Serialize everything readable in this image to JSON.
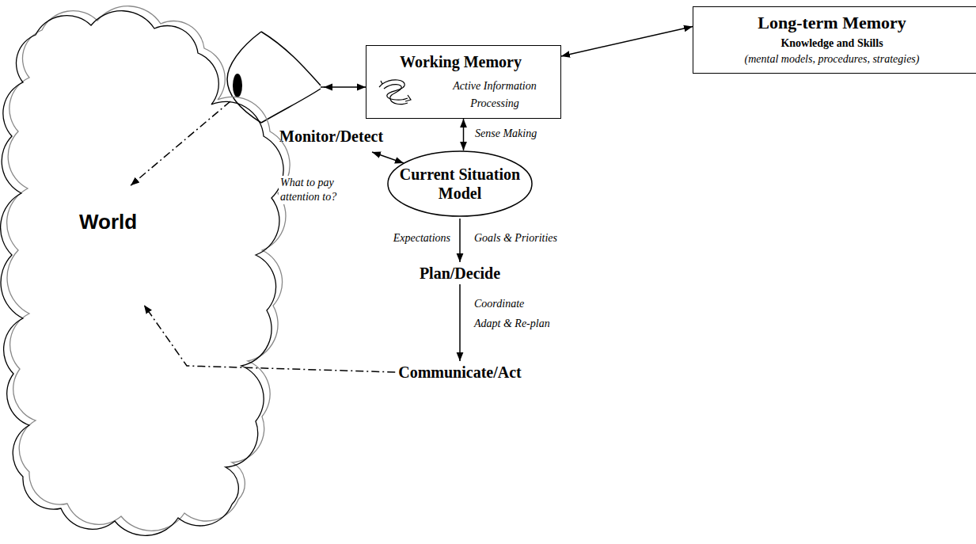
{
  "diagram": {
    "nodes": [
      {
        "text": [
          "Working Memory",
          "Active Information Processing"
        ]
      },
      {
        "text": [
          "Long-term Memory",
          "Knowledge and Skills",
          "(mental models, procedures, strategies)"
        ]
      },
      {
        "text": [
          "Monitor/Detect"
        ]
      },
      {
        "text": [
          "Current Situation Model"
        ]
      },
      {
        "text": [
          "World"
        ]
      },
      {
        "text": [
          "Plan/Decide"
        ]
      },
      {
        "text": [
          "Communicate/Act"
        ]
      }
    ],
    "edges": [
      {
        "from": 0,
        "to": 1,
        "arrow": "both"
      },
      {
        "from": 2,
        "to": 0,
        "arrow": "both"
      },
      {
        "from": 0,
        "to": 3,
        "arrow": "both",
        "label": "Sense Making"
      },
      {
        "from": 2,
        "to": 3,
        "arrow": "both",
        "label": "What to pay attention to?"
      },
      {
        "from": 3,
        "to": 5,
        "arrow": "to"
      },
      {
        "from": 5,
        "to": 6,
        "arrow": "to"
      },
      {
        "from": 6,
        "to": 4,
        "arrow": "to"
      },
      {
        "from": 2,
        "to": 4,
        "arrow": "to"
      }
    ],
    "labels": [
      "Expectations",
      "Goals & Priorities",
      "Coordinate",
      "Adapt & Re-plan"
    ]
  }
}
